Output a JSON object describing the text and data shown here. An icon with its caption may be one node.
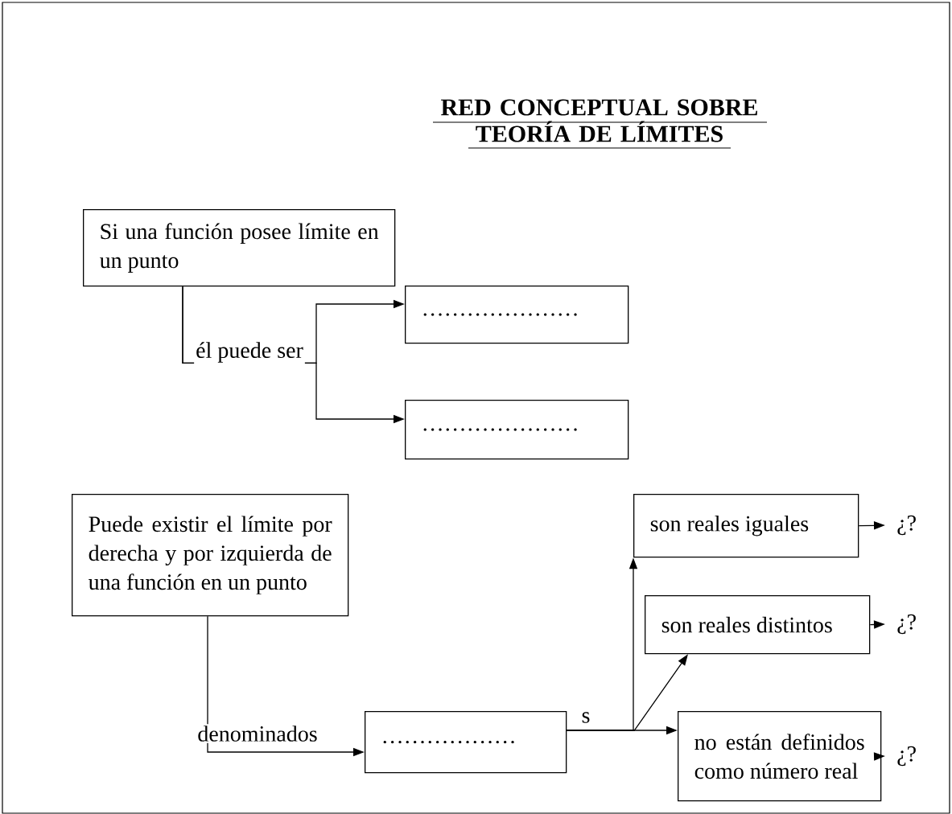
{
  "diagram": {
    "title": "RED CONCEPTUAL SOBRE TEORÍA DE LÍMITES",
    "nodes": [
      {
        "text": [
          "Si una función posee límite en un punto"
        ]
      },
      {
        "text": [
          "…………………"
        ]
      },
      {
        "text": [
          "…………………"
        ]
      },
      {
        "text": [
          "Puede existir el límite por derecha y por izquierda de una función en un punto"
        ]
      },
      {
        "text": [
          "………………"
        ]
      },
      {
        "text": [
          "son reales iguales"
        ]
      },
      {
        "text": [
          "son reales distintos"
        ]
      },
      {
        "text": [
          "no están definidos como número real"
        ]
      },
      {
        "text": [
          "¿?"
        ]
      },
      {
        "text": [
          "¿?"
        ]
      },
      {
        "text": [
          "¿?"
        ]
      }
    ],
    "edges": [
      {
        "from": 0,
        "to": 1,
        "arrow": "to",
        "label": "él puede ser"
      },
      {
        "from": 0,
        "to": 2,
        "arrow": "to"
      },
      {
        "from": 3,
        "to": 4,
        "arrow": "to",
        "label": "denominados"
      },
      {
        "from": 4,
        "to": 5,
        "arrow": "to"
      },
      {
        "from": 4,
        "to": 6,
        "arrow": "to"
      },
      {
        "from": 4,
        "to": 7,
        "arrow": "to",
        "label": "s"
      },
      {
        "from": 5,
        "to": 8,
        "arrow": "to"
      },
      {
        "from": 6,
        "to": 9,
        "arrow": "to"
      },
      {
        "from": 7,
        "to": 10,
        "arrow": "to"
      }
    ]
  }
}
